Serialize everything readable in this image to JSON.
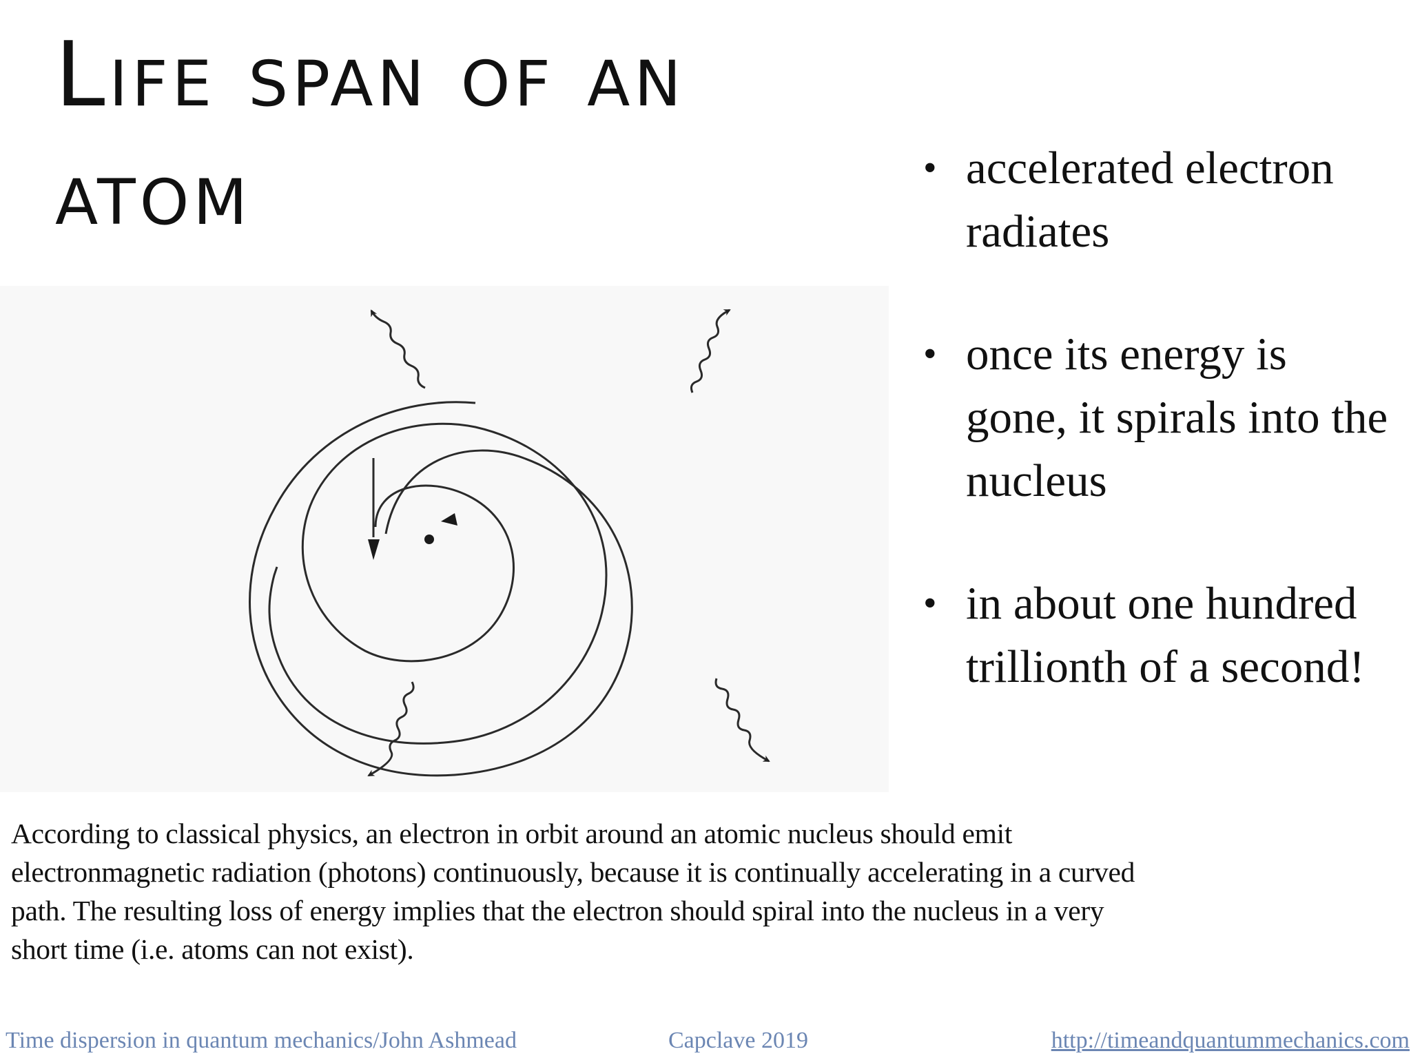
{
  "slide": {
    "title_line1": "Life span of an",
    "title_line2": "atom",
    "bullets": [
      "accelerated electron radiates",
      "once its energy is gone, it spirals into the nucleus",
      "in about one hundred trillionth of a second!"
    ],
    "caption": "According to classical physics, an electron in orbit around an atomic nucleus should emit electronmagnetic radiation (photons) continuously, because it is continually accelerating in a curved path.  The resulting loss of energy implies that the electron should spiral into the nucleus in a very short time (i.e. atoms can not exist)."
  },
  "footer": {
    "left": "Time dispersion in quantum mechanics/John Ashmead",
    "middle": "Capclave 2019",
    "right": "http://timeandquantummechanics.com"
  },
  "colors": {
    "footer_text": "#6b86b3",
    "figure_background": "#f8f8f8"
  },
  "icons": {
    "nucleus": "nucleus-dot",
    "electron_path": "spiral-path",
    "photons": "wavy-arrow"
  }
}
